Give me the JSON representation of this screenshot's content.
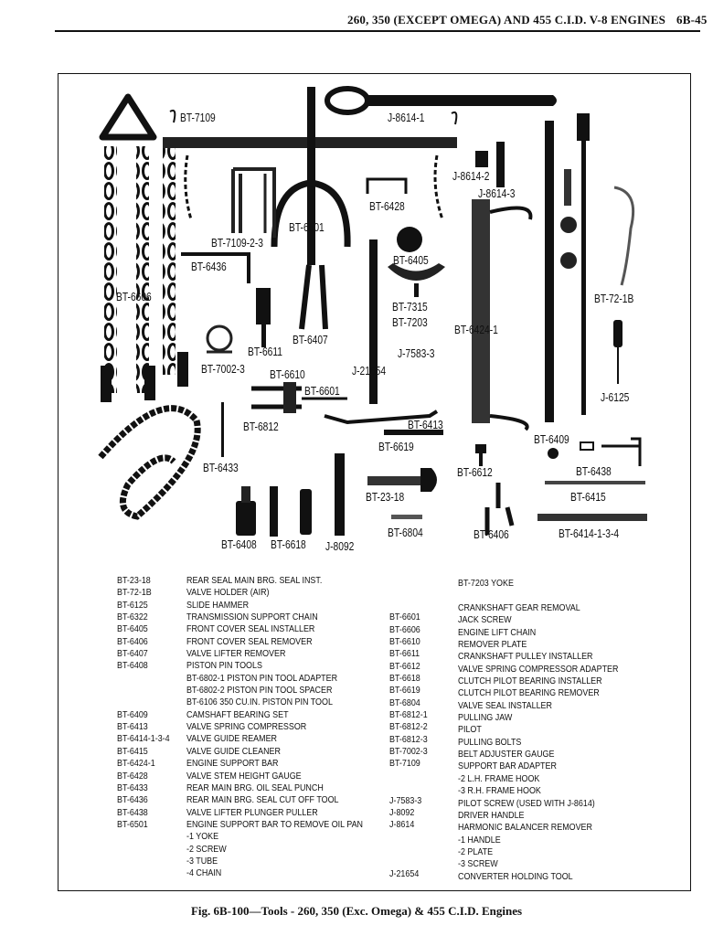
{
  "header": {
    "title": "260, 350 (EXCEPT OMEGA) AND 455 C.I.D. V-8 ENGINES",
    "page": "6B-45"
  },
  "labels": {
    "bt7109": "BT-7109",
    "j8614_1": "J-8614-1",
    "j8614_2": "J-8614-2",
    "j8614_3": "J-8614-3",
    "bt6428": "BT-6428",
    "bt6501": "BT-6501",
    "bt7109_2_3": "BT-7109-2-3",
    "bt6436": "BT-6436",
    "bt6405": "BT-6405",
    "bt6606": "BT-6606",
    "bt72_1b": "BT-72-1B",
    "bt7315": "BT-7315",
    "bt7203": "BT-7203",
    "bt6424_1": "BT-6424-1",
    "bt6407": "BT-6407",
    "bt6611": "BT-6611",
    "bt7002_3": "BT-7002-3",
    "j7583_3": "J-7583-3",
    "bt6610": "BT-6610",
    "j21654": "J-21654",
    "bt6601": "BT-6601",
    "j6125": "J-6125",
    "bt6812": "BT-6812",
    "bt6413": "BT-6413",
    "bt6409": "BT-6409",
    "bt6619": "BT-6619",
    "bt6433": "BT-6433",
    "bt6612": "BT-6612",
    "bt6438": "BT-6438",
    "bt23_18": "BT-23-18",
    "bt6415": "BT-6415",
    "bt6804": "BT-6804",
    "bt6406": "BT-6406",
    "bt6414": "BT-6414-1-3-4",
    "bt6408": "BT-6408",
    "bt6618": "BT-6618",
    "j8092": "J-8092"
  },
  "left_table": {
    "codes": [
      "BT-23-18",
      "BT-72-1B",
      "BT-6125",
      "BT-6322",
      "BT-6405",
      "BT-6406",
      "BT-6407",
      "BT-6408",
      "",
      "",
      "",
      "BT-6409",
      "BT-6413",
      "BT-6414-1-3-4",
      "BT-6415",
      "BT-6424-1",
      "BT-6428",
      "BT-6433",
      "BT-6436",
      "BT-6438",
      "BT-6501",
      "",
      "",
      "",
      ""
    ],
    "descriptions": [
      "REAR SEAL MAIN BRG. SEAL INST.",
      "VALVE HOLDER (AIR)",
      "SLIDE HAMMER",
      "TRANSMISSION SUPPORT CHAIN",
      "FRONT COVER SEAL INSTALLER",
      "FRONT COVER SEAL REMOVER",
      "VALVE LIFTER REMOVER",
      "PISTON PIN TOOLS",
      "BT-6802-1 PISTON PIN TOOL ADAPTER",
      "BT-6802-2 PISTON PIN TOOL SPACER",
      "BT-6106 350 CU.IN. PISTON PIN TOOL",
      "CAMSHAFT BEARING SET",
      "VALVE SPRING COMPRESSOR",
      "VALVE GUIDE REAMER",
      "VALVE GUIDE CLEANER",
      "ENGINE SUPPORT BAR",
      "VALVE STEM HEIGHT GAUGE",
      "REAR MAIN BRG. OIL SEAL PUNCH",
      "REAR MAIN BRG. SEAL CUT OFF TOOL",
      "VALVE LIFTER PLUNGER PULLER",
      "ENGINE SUPPORT BAR TO REMOVE OIL PAN",
      "-1 YOKE",
      "-2 SCREW",
      "-3 TUBE",
      "-4 CHAIN"
    ]
  },
  "right_table": {
    "codes": [
      "",
      "",
      "BT-6601",
      "BT-6606",
      "BT-6610",
      "BT-6611",
      "BT-6612",
      "BT-6618",
      "BT-6619",
      "BT-6804",
      "BT-6812-1",
      "BT-6812-2",
      "BT-6812-3",
      "BT-7002-3",
      "BT-7109",
      "",
      "",
      "J-7583-3",
      "J-8092",
      "J-8614",
      "",
      "",
      "",
      "J-21654"
    ],
    "descriptions": [
      "BT-7203 YOKE",
      "CRANKSHAFT GEAR REMOVAL",
      "JACK SCREW",
      "ENGINE LIFT CHAIN",
      "REMOVER PLATE",
      "CRANKSHAFT PULLEY INSTALLER",
      "VALVE SPRING COMPRESSOR ADAPTER",
      "CLUTCH PILOT BEARING INSTALLER",
      "CLUTCH PILOT BEARING REMOVER",
      "VALVE SEAL INSTALLER",
      "PULLING JAW",
      "PILOT",
      "PULLING BOLTS",
      "BELT ADJUSTER GAUGE",
      "SUPPORT BAR ADAPTER",
      "-2 L.H. FRAME HOOK",
      "-3 R.H. FRAME HOOK",
      "PILOT SCREW (USED WITH J-8614)",
      "DRIVER HANDLE",
      "HARMONIC BALANCER REMOVER",
      "-1 HANDLE",
      "-2 PLATE",
      "-3 SCREW",
      "CONVERTER HOLDING TOOL"
    ]
  },
  "caption": "Fig. 6B-100—Tools - 260, 350 (Exc. Omega) & 455 C.I.D. Engines"
}
